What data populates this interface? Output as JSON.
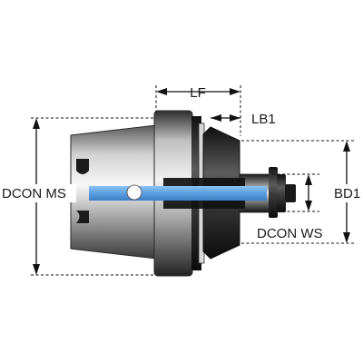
{
  "dimensions": {
    "lf": "LF",
    "lb1": "LB1",
    "dcon_ms": "DCON MS",
    "bd1": "BD1",
    "dcon_ws": "DCON WS"
  },
  "colors": {
    "axis": "#5b9fe0",
    "metal_light": "#e8e8e8",
    "metal_dark": "#1c1c1c",
    "dim_line": "#111111"
  }
}
